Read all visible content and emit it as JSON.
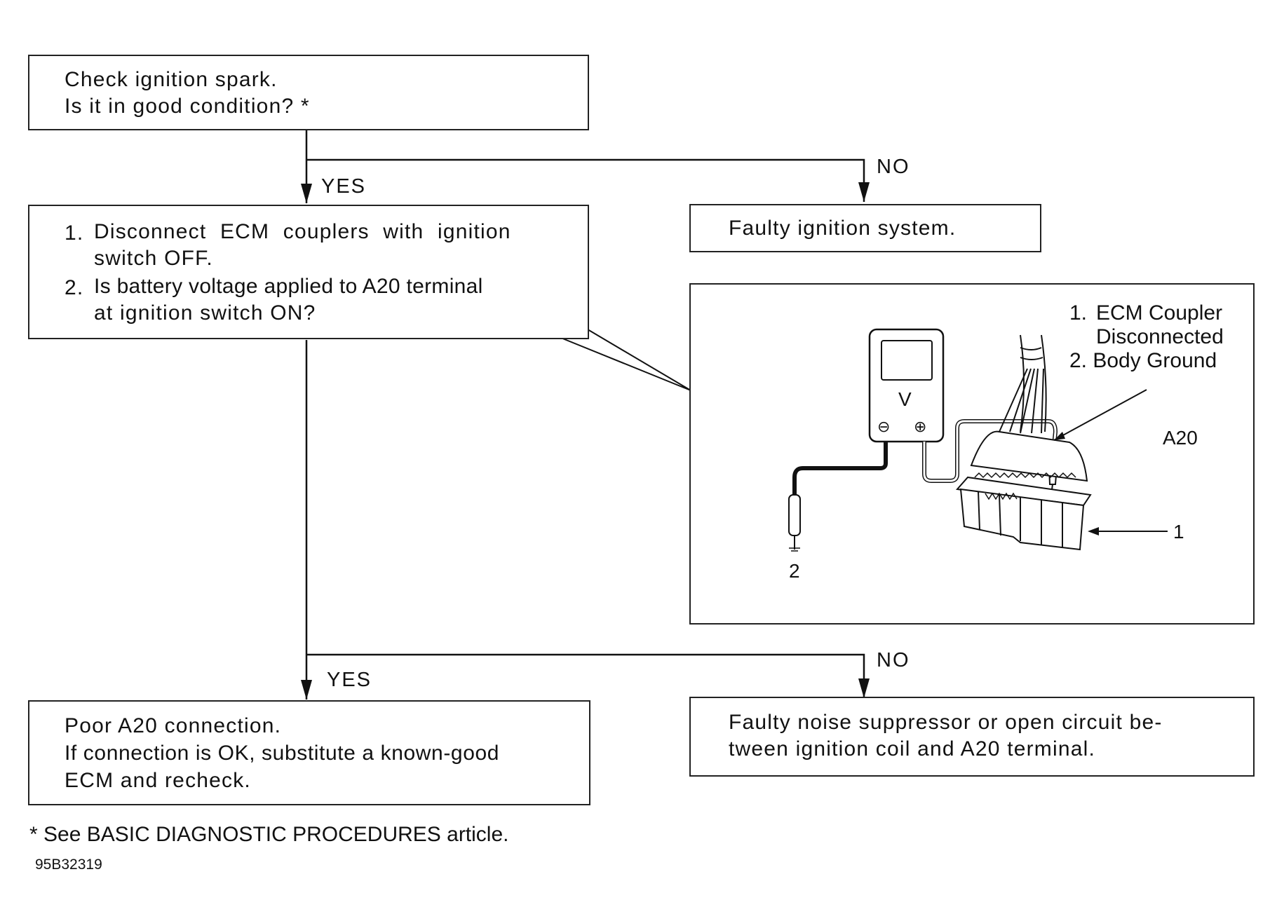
{
  "step1": {
    "line1": "Check ignition spark.",
    "line2": "Is it in good condition? *"
  },
  "step2": {
    "item1_num": "1.",
    "item1_a": "Disconnect ECM couplers with ignition",
    "item1_b": "switch OFF.",
    "item2_num": "2.",
    "item2_a": "Is battery voltage applied to A20 terminal",
    "item2_b": "at ignition switch ON?"
  },
  "fault_ignition": "Faulty ignition system.",
  "result_yes": {
    "line1": "Poor A20 connection.",
    "line2": "If connection is OK, substitute a known-good",
    "line3": "ECM and recheck."
  },
  "result_no": {
    "line1": "Faulty noise suppressor or open circuit be-",
    "line2": "tween ignition coil and A20 terminal."
  },
  "branch_labels": {
    "yes1": "YES",
    "no1": "NO",
    "yes2": "YES",
    "no2": "NO"
  },
  "illustration": {
    "legend1_num": "1.",
    "legend1_a": "ECM Coupler",
    "legend1_b": "Disconnected",
    "legend2": "2. Body Ground",
    "terminal_label": "A20",
    "callout_1": "1",
    "callout_2": "2",
    "meter_symbol": "V",
    "meter_minus": "⊖",
    "meter_plus": "⊕"
  },
  "footnote": "*  See BASIC DIAGNOSTIC PROCEDURES article.",
  "figure_id": "95B32319"
}
